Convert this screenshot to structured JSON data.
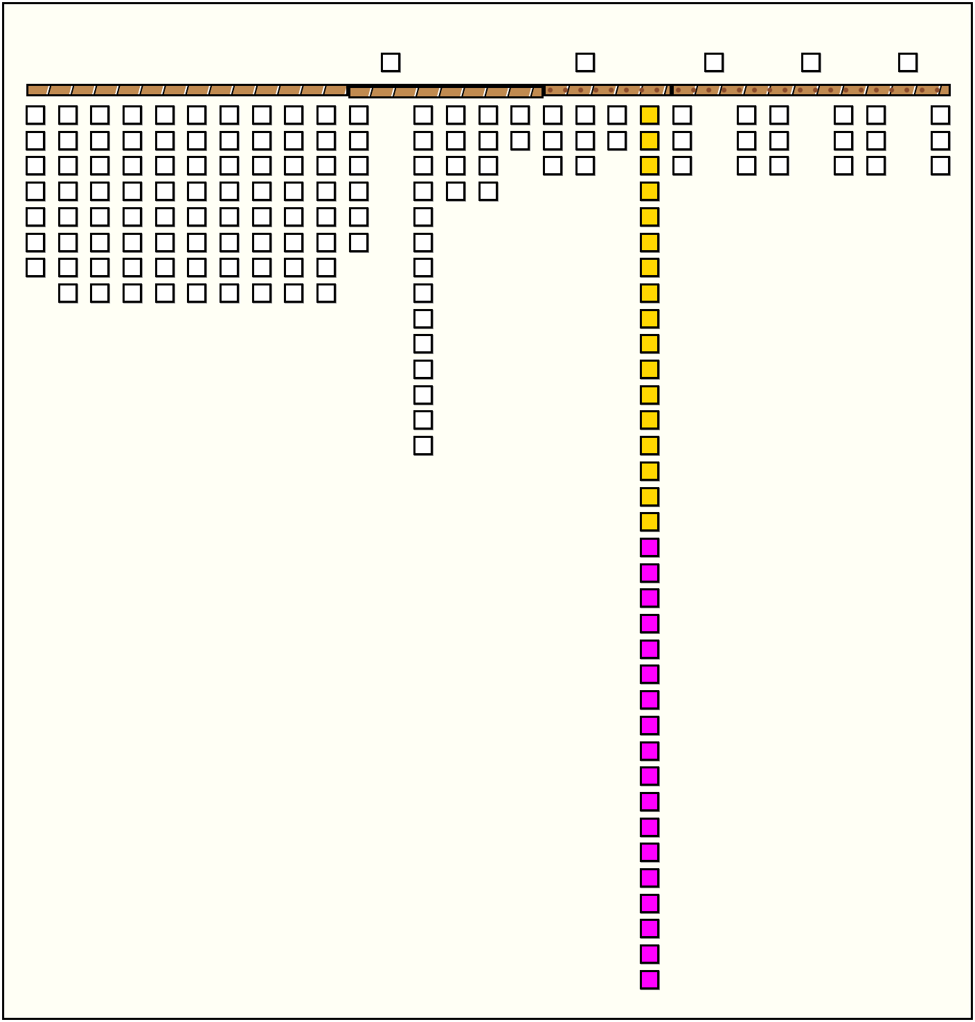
{
  "game": {
    "background_color": "#fffff5",
    "platform_segments": [
      {
        "style": "striped"
      },
      {
        "style": "raised-striped"
      },
      {
        "style": "spotted"
      },
      {
        "style": "spotted"
      }
    ],
    "top_blocks_columns": [
      11,
      17,
      21,
      24,
      27
    ],
    "column_stacks": [
      {
        "white": 7
      },
      {
        "white": 8
      },
      {
        "white": 8
      },
      {
        "white": 8
      },
      {
        "white": 8
      },
      {
        "white": 8
      },
      {
        "white": 8
      },
      {
        "white": 8
      },
      {
        "white": 8
      },
      {
        "white": 8
      },
      {
        "white": 6
      },
      {
        "white": 0
      },
      {
        "white": 14
      },
      {
        "white": 4
      },
      {
        "white": 4
      },
      {
        "white": 2
      },
      {
        "white": 3
      },
      {
        "white": 3
      },
      {
        "white": 2
      },
      {
        "yellow": 17,
        "magenta": 18
      },
      {
        "white": 3
      },
      {
        "white": 0
      },
      {
        "white": 3
      },
      {
        "white": 3
      },
      {
        "white": 0
      },
      {
        "white": 3
      },
      {
        "white": 3
      },
      {
        "white": 0
      },
      {
        "white": 3
      }
    ],
    "colors": {
      "white": "#ffffff",
      "yellow": "#ffd700",
      "magenta": "#ff00ff",
      "platform": "#c08a50"
    }
  }
}
